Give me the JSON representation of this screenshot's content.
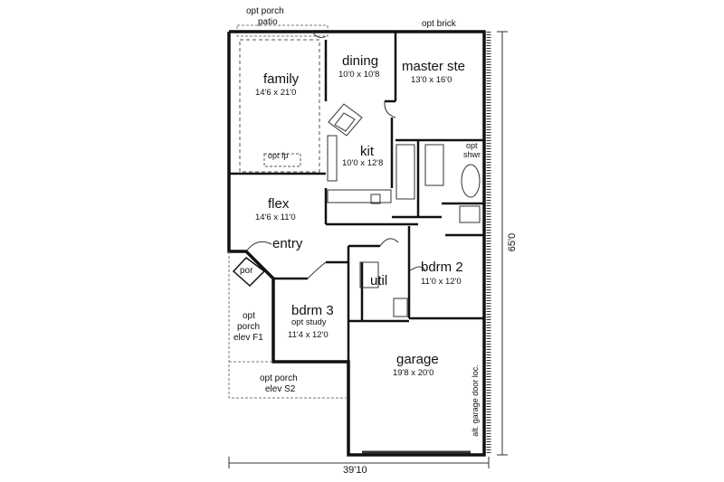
{
  "notes": {
    "opt_porch_patio_1": "opt porch",
    "opt_porch_patio_2": "patio",
    "opt_brick": "opt brick",
    "opt_fp": "opt fp",
    "opt_shwr_1": "opt",
    "opt_shwr_2": "shwr",
    "por": "por",
    "opt_porch_f1_1": "opt",
    "opt_porch_f1_2": "porch",
    "opt_porch_f1_3": "elev F1",
    "opt_porch_s2_1": "opt porch",
    "opt_porch_s2_2": "elev S2",
    "alt_garage_door": "alt. garage door loc."
  },
  "rooms": {
    "family": {
      "name": "family",
      "dim": "14'6 x 21'0"
    },
    "dining": {
      "name": "dining",
      "dim": "10'0 x 10'8"
    },
    "master": {
      "name": "master ste",
      "dim": "13'0 x 16'0"
    },
    "kit": {
      "name": "kit",
      "dim": "10'0 x 12'8"
    },
    "flex": {
      "name": "flex",
      "dim": "14'6 x 11'0"
    },
    "entry": {
      "name": "entry"
    },
    "bdrm2": {
      "name": "bdrm 2",
      "dim": "11'0 x 12'0"
    },
    "util": {
      "name": "util"
    },
    "bdrm3": {
      "name": "bdrm 3",
      "sub": "opt study",
      "dim": "11'4 x 12'0"
    },
    "garage": {
      "name": "garage",
      "dim": "19'8 x 20'0"
    }
  },
  "overall": {
    "width": "39'10",
    "depth": "65'0"
  }
}
